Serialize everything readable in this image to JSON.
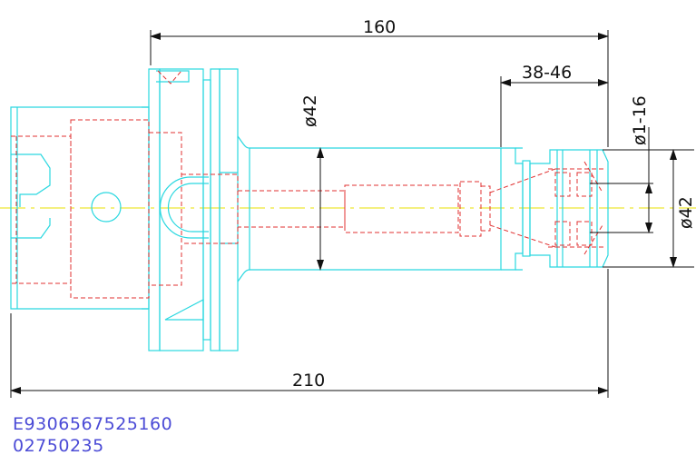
{
  "dimensions": {
    "overall_length": "210",
    "gauge_length": "160",
    "clamp_range": "38-46",
    "collet_range": "ø1-16",
    "shank_diameter": "ø42",
    "nut_diameter": "ø42"
  },
  "part_numbers": {
    "line1": "E9306567525160",
    "line2": "02750235"
  },
  "colors": {
    "outline": "#2ad8e0",
    "hidden": "#e03030",
    "centerline": "#e8e000",
    "dimension": "#111111",
    "part_text": "#4b4bd6"
  }
}
